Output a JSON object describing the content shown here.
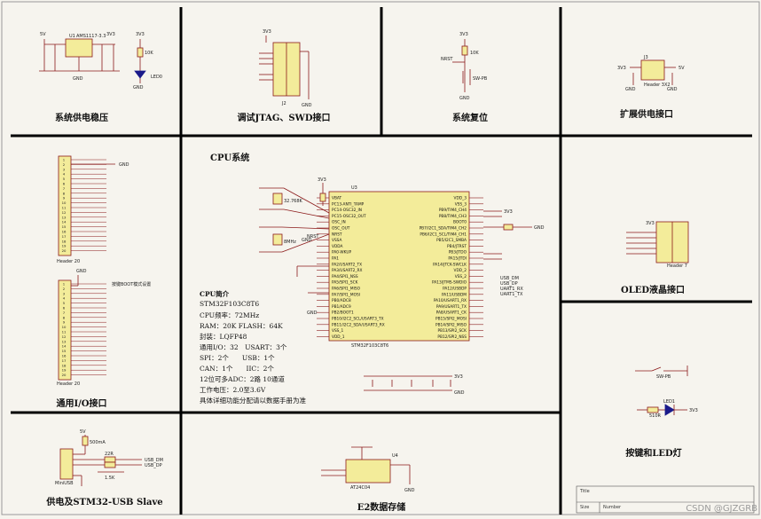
{
  "sections": {
    "power_regulator": "系统供电稳压",
    "debug_port": "调试JTAG、SWD接口",
    "reset": "系统复位",
    "ext_power": "扩展供电接口",
    "cpu": "CPU系统",
    "io": "通用I/O接口",
    "oled": "OLED液晶接口",
    "keys_led": "按键和LED灯",
    "usb": "供电及STM32-USB Slave",
    "eeprom": "E2数据存储"
  },
  "cpu_intro": {
    "heading": "CPU简介",
    "lines": [
      "STM32F103C8T6",
      "CPU频率：72MHz",
      "RAM：20K FLASH：64K",
      "封装：LQFP48",
      "通用I/O：32　USART：3个",
      "SPI：2个　　USB：1个",
      "CAN：1个　　IIC：2个",
      "12位可多ADC：2路 10通道",
      "工作电压：2.0至3.6V",
      "具体详细功能分配请以数据手册为准"
    ]
  },
  "chips": {
    "mcu_ref": "U3",
    "mcu_part": "STM32F103C8T6",
    "ldo_ref": "U1",
    "ldo_part": "AMS1117-3.3",
    "eeprom_ref": "U4",
    "eeprom_part": "AT24C04"
  },
  "mcu_pins_left": [
    "VBAT",
    "PC13-ANTI_TAMP",
    "PC14-OSC32_IN",
    "PC15-OSC32_OUT",
    "OSC_IN",
    "OSC_OUT",
    "NRST",
    "VSSA",
    "VDDA",
    "PA0-WKUP",
    "PA1",
    "PA2/USART2_TX",
    "PA3/USART2_RX",
    "PA4/SPI1_NSS",
    "PA5/SPI1_SCK",
    "PA6/SPI1_MISO",
    "PA7/SPI1_MOSI",
    "PB0/ADC8",
    "PB1/ADC9",
    "PB2/BOOT1",
    "PB10/I2C2_SCL/USART3_TX",
    "PB11/I2C2_SDA/USART3_RX",
    "VSS_1",
    "VDD_1"
  ],
  "mcu_pins_right": [
    "VDD_3",
    "VSS_3",
    "PB9/TIM4_CH4",
    "PB8/TIM4_CH3",
    "BOOT0",
    "PB7/I2C1_SDA/TIM4_CH2",
    "PB6/I2C1_SCL/TIM4_CH1",
    "PB5/I2C1_SMBA",
    "PB4/JTRST",
    "PB3/JTDO",
    "PA15/JTDI",
    "PA14/JTCK-SWCLK",
    "VDD_2",
    "VSS_2",
    "PA13/JTMS-SWDIO",
    "PA12/USBDP",
    "PA11/USBDM",
    "PA10/USART1_RX",
    "PA9/USART1_TX",
    "PA8/USART1_CK",
    "PB15/SPI2_MOSI",
    "PB14/SPI2_MISO",
    "PB13/SPI2_SCK",
    "PB12/SPI2_NSS"
  ],
  "nets": {
    "v33": "3V3",
    "v5": "5V",
    "gnd": "GND",
    "nrst": "NRST",
    "usb_dm": "USB_DM",
    "usb_dp": "USB_DP",
    "uart_rx": "UART1_RX",
    "uart_tx": "UART1_TX",
    "osc": "8MHz",
    "rtc": "32.768K"
  },
  "headers": {
    "j1": "Header 20",
    "j2": "Header 20",
    "oled": "Header 7",
    "ext": "Header 3X2",
    "jtag": "J2"
  },
  "parts": {
    "sw1": "SW-PB",
    "sw2": "SW-PB",
    "fuse": "500mA",
    "usb": "MiniUSB",
    "led1": "LED0",
    "led2": "LED1",
    "r_pull": "10K",
    "r_usb": "22R",
    "r_led": "510R",
    "r_pu": "1.5K",
    "boot_note": "按键BOOT模式设置"
  },
  "title_block": {
    "title": "Title",
    "size": "Size",
    "number": "Number"
  },
  "watermark": "CSDN @GJZGRB"
}
